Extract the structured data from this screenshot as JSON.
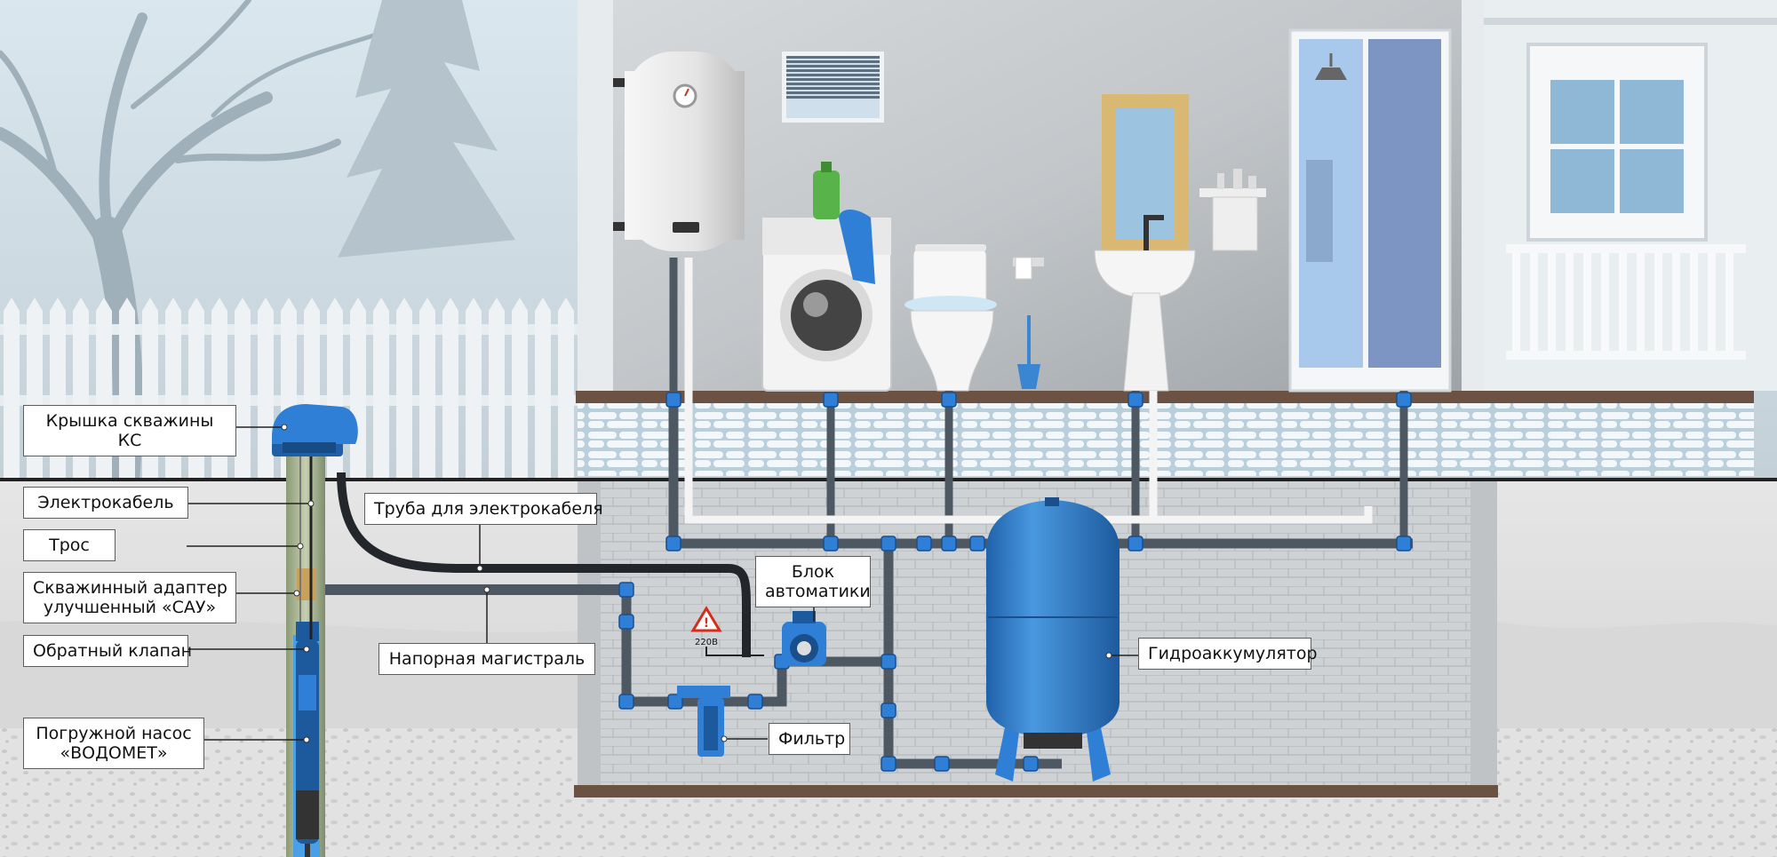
{
  "labels": {
    "well_cap": [
      "Крышка скважины",
      "КС"
    ],
    "electric_cable": "Электрокабель",
    "rope": "Трос",
    "well_adapter": [
      "Скважинный адаптер",
      "улучшенный «САУ»"
    ],
    "check_valve": "Обратный клапан",
    "submersible_pump": [
      "Погружной насос",
      "«ВОДОМЕТ»"
    ],
    "cable_pipe": "Труба для электрокабеля",
    "automation_unit": [
      "Блок",
      "автоматики"
    ],
    "pressure_main": "Напорная магистраль",
    "filter": "Фильтр",
    "accumulator": "Гидроаккумулятор",
    "voltage_sign": "220В"
  },
  "colors": {
    "blue": "#3a86d3",
    "blue_dark": "#1f5fa6",
    "pipe": "#4d5863",
    "sky": "#d9e4ea",
    "wall": "#c9ced2",
    "room": "#b7bcc0",
    "floor": "#6b5242",
    "ground": "#dcdcdc"
  },
  "icons": [
    "tree-icon",
    "fence-icon",
    "water-heater-icon",
    "washing-machine-icon",
    "toilet-icon",
    "sink-icon",
    "mirror-icon",
    "shower-cabin-icon",
    "window-icon",
    "well-cap-icon",
    "pump-icon",
    "accumulator-tank-icon",
    "filter-icon",
    "automation-unit-icon",
    "warning-sign-icon"
  ]
}
